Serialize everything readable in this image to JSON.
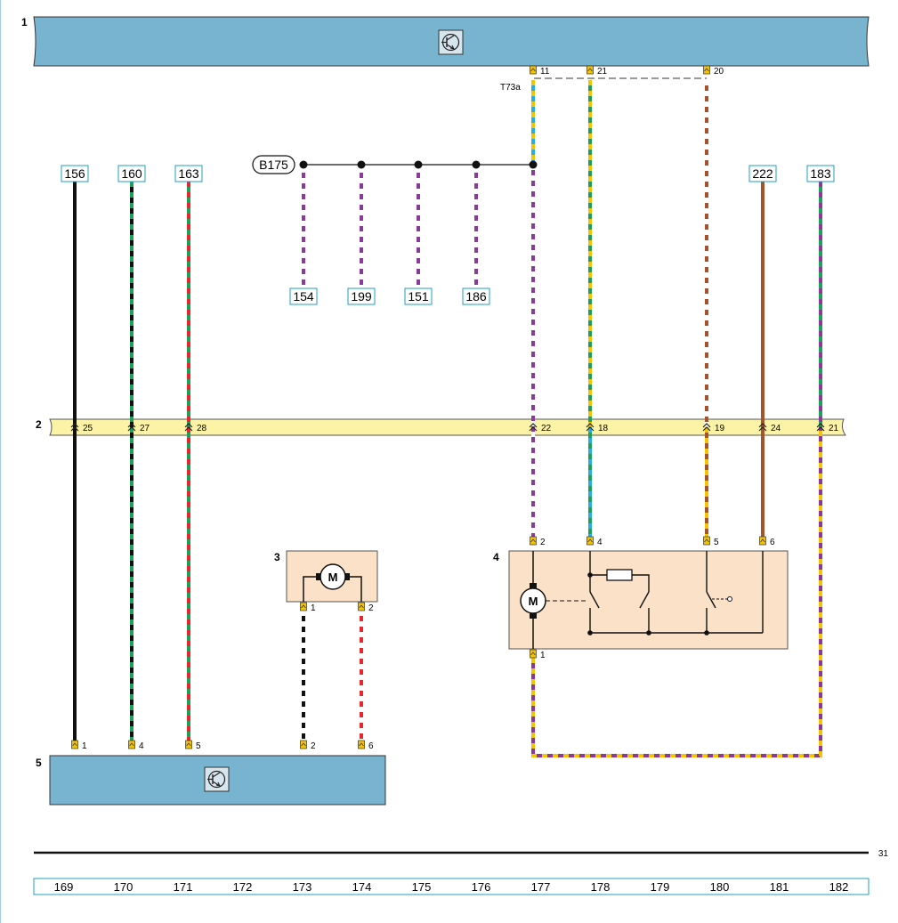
{
  "components": {
    "top_unit_number": "1",
    "connector_strip_number": "2",
    "motor_unit_number": "3",
    "switch_unit_number": "4",
    "bottom_unit_number": "5",
    "motor_symbol": "M"
  },
  "connector_name": "T73a",
  "top_pins": [
    "11",
    "21",
    "20"
  ],
  "junction_label": "B175",
  "top_refs": [
    "156",
    "160",
    "163",
    "222",
    "183"
  ],
  "junction_refs": [
    "154",
    "199",
    "151",
    "186"
  ],
  "strip_pins": [
    "25",
    "27",
    "28",
    "22",
    "18",
    "19",
    "24",
    "21"
  ],
  "motor_pins": [
    "1",
    "2"
  ],
  "switch_pins": [
    "2",
    "4",
    "5",
    "6",
    "1"
  ],
  "bottom_pins": [
    "1",
    "4",
    "5",
    "2",
    "6"
  ],
  "page_number": "31",
  "grid_numbers": [
    "169",
    "170",
    "171",
    "172",
    "173",
    "174",
    "175",
    "176",
    "177",
    "178",
    "179",
    "180",
    "181",
    "182"
  ],
  "colors": {
    "unit_fill": "#78b3d0",
    "strip_fill": "#fcf3a6",
    "component_fill": "#fae1c7",
    "ref_box": "#1da0c4",
    "wire_black": "#111111",
    "wire_green": "#1fa05a",
    "wire_red": "#e8262b",
    "wire_violet": "#8b3a9b",
    "wire_yellow": "#f5c400",
    "wire_brown": "#a4532d",
    "wire_blue": "#24aee6",
    "wire_white": "#ffffff"
  }
}
